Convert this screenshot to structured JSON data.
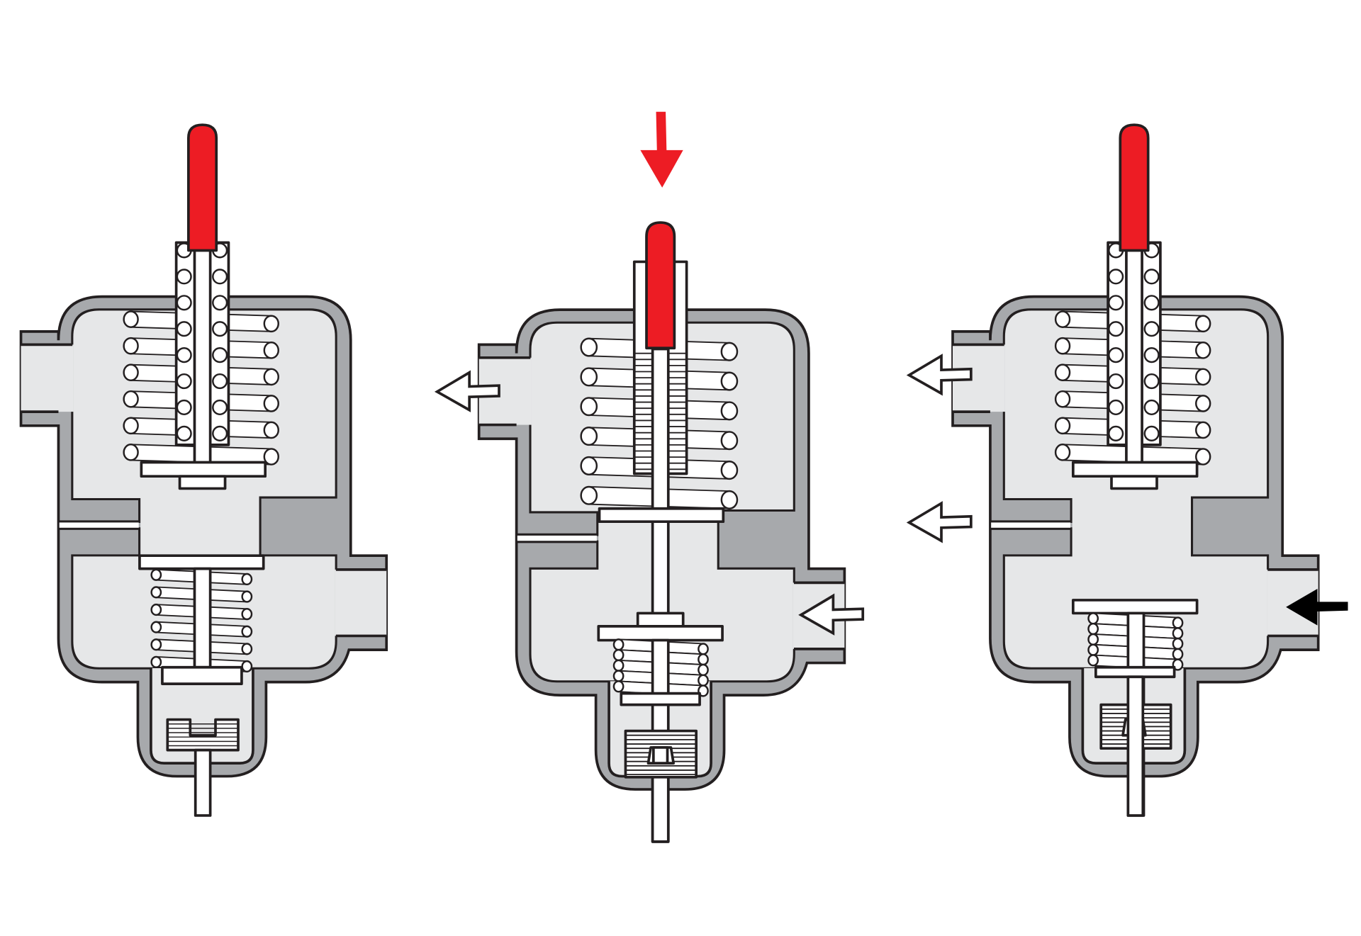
{
  "colors": {
    "outline": "#231f20",
    "housing": "#a7a9ac",
    "chamber": "#e6e7e8",
    "handle": "#ed1c24",
    "part": "#ffffff",
    "inlet_arrow": "#000000"
  },
  "valves": [
    {
      "id": "valve-1-closed",
      "handle_pressed": false,
      "lower_piston": "seated"
    },
    {
      "id": "valve-2-pressed",
      "handle_pressed": true,
      "lower_piston": "open",
      "press_arrow": true
    },
    {
      "id": "valve-3-flow",
      "handle_pressed": false,
      "lower_piston": "lifted"
    }
  ]
}
